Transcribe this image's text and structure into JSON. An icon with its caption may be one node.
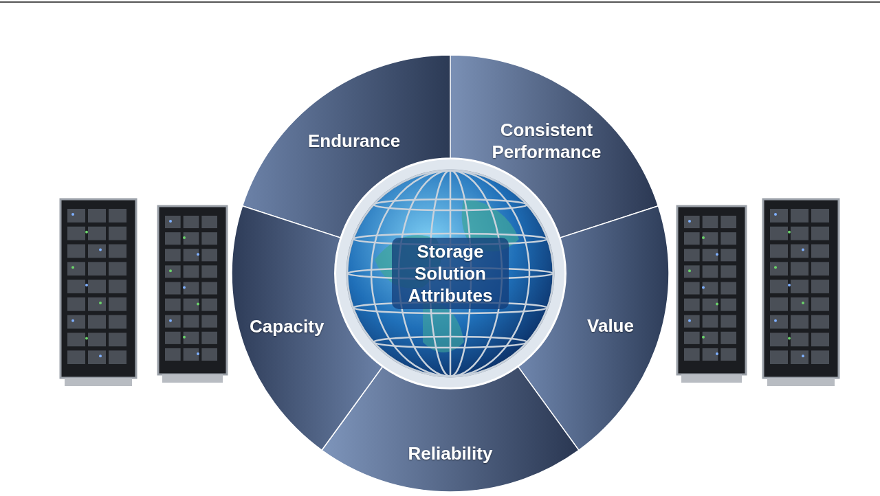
{
  "diagram": {
    "nodes": [
      {
        "text": [
          "Storage Solution Attributes"
        ]
      },
      {
        "text": [
          "Endurance"
        ]
      },
      {
        "text": [
          "Consistent Performance"
        ]
      },
      {
        "text": [
          "Value"
        ]
      },
      {
        "text": [
          "Reliability"
        ]
      },
      {
        "text": [
          "Capacity"
        ]
      }
    ],
    "edges": []
  }
}
